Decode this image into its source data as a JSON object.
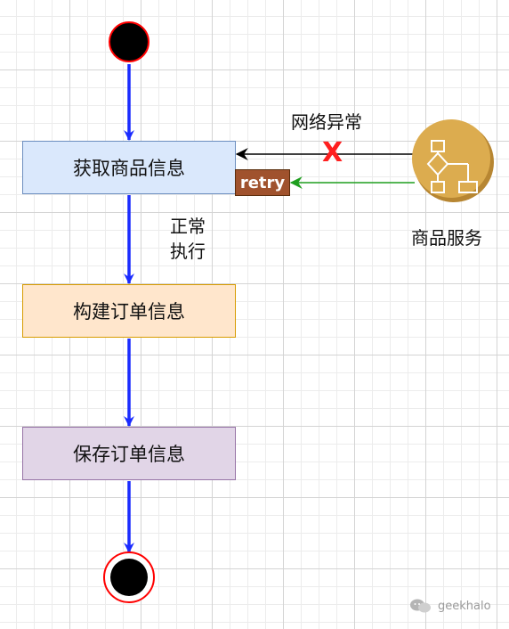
{
  "diagram": {
    "nodes": {
      "fetch": "获取商品信息",
      "build": "构建订单信息",
      "save": "保存订单信息"
    },
    "retry_label": "retry",
    "edge_labels": {
      "network_error": "网络异常",
      "failure_mark": "X",
      "normal_line1": "正常",
      "normal_line2": "执行"
    },
    "service_label": "商品服务",
    "colors": {
      "flow_arrow": "#1a2bff",
      "error_arrow": "#000000",
      "retry_arrow": "#1e9e1e",
      "fail_mark": "#ff1f1f",
      "service_circle": "#d9a84a"
    }
  },
  "watermark": {
    "text": "geekhalo"
  }
}
